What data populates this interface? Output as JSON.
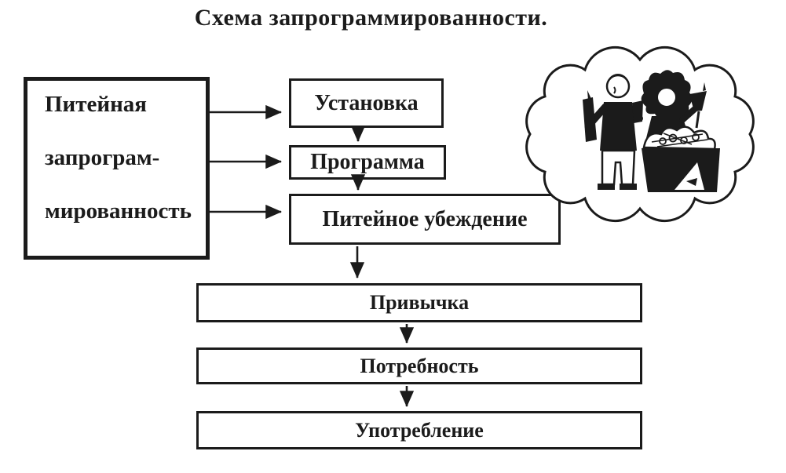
{
  "title": "Схема запрограммированности.",
  "colors": {
    "ink": "#1b1b1b",
    "paper": "#ffffff"
  },
  "diagram": {
    "source_box": {
      "lines": [
        "Питейная",
        "запрограм-",
        "мированность"
      ]
    },
    "chain_boxes": [
      {
        "label": "Установка"
      },
      {
        "label": "Программа"
      },
      {
        "label": "Питейное убеждение"
      }
    ],
    "result_boxes": [
      {
        "label": "Привычка"
      },
      {
        "label": "Потребность"
      },
      {
        "label": "Употребление"
      }
    ],
    "illustration": {
      "name": "people-drinking-at-table-in-thought-cloud"
    }
  }
}
